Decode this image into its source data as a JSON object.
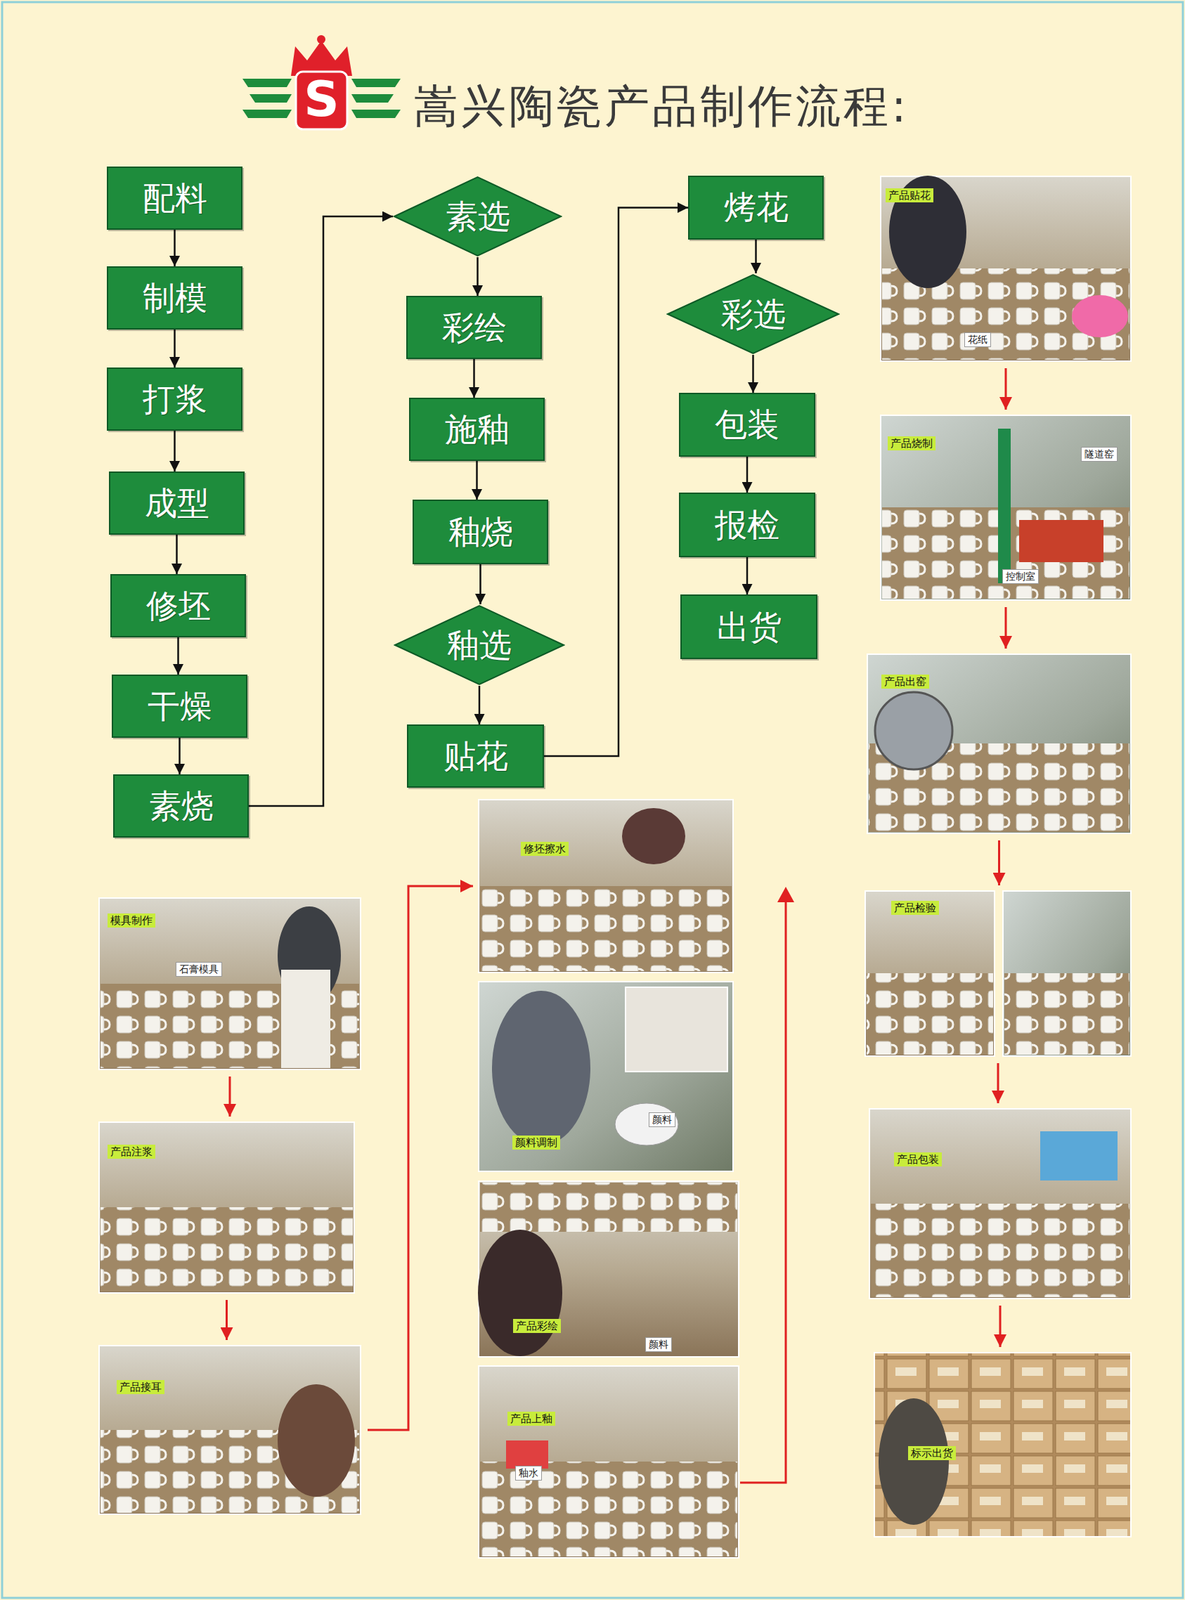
{
  "diagram": {
    "title": "嵩兴陶瓷产品制作流程:",
    "nodes": [
      {
        "text": [
          "配料"
        ]
      },
      {
        "text": [
          "制模"
        ]
      },
      {
        "text": [
          "打浆"
        ]
      },
      {
        "text": [
          "成型"
        ]
      },
      {
        "text": [
          "修坯"
        ]
      },
      {
        "text": [
          "干燥"
        ]
      },
      {
        "text": [
          "素烧"
        ]
      },
      {
        "text": [
          "素选"
        ]
      },
      {
        "text": [
          "彩绘"
        ]
      },
      {
        "text": [
          "施釉"
        ]
      },
      {
        "text": [
          "釉烧"
        ]
      },
      {
        "text": [
          "釉选"
        ]
      },
      {
        "text": [
          "贴花"
        ]
      },
      {
        "text": [
          "烤花"
        ]
      },
      {
        "text": [
          "彩选"
        ]
      },
      {
        "text": [
          "包装"
        ]
      },
      {
        "text": [
          "报检"
        ]
      },
      {
        "text": [
          "出货"
        ]
      },
      {
        "text": [
          "模具制作",
          "石膏模具"
        ]
      },
      {
        "text": [
          "产品注浆"
        ]
      },
      {
        "text": [
          "产品接耳"
        ]
      },
      {
        "text": [
          "修坯擦水"
        ]
      },
      {
        "text": [
          "颜料调制",
          "颜料"
        ]
      },
      {
        "text": [
          "产品彩绘",
          "颜料"
        ]
      },
      {
        "text": [
          "产品上釉",
          "釉水"
        ]
      },
      {
        "text": [
          "产品贴花",
          "花纸"
        ]
      },
      {
        "text": [
          "产品烧制",
          "隧道窑",
          "控制室"
        ]
      },
      {
        "text": [
          "产品出窑"
        ]
      },
      {
        "text": [
          "产品检验"
        ]
      },
      {
        "text": [
          "产品包装"
        ]
      },
      {
        "text": [
          "标示出货"
        ]
      }
    ],
    "edges": [
      {
        "from": 0,
        "to": 1,
        "arrow": "to"
      },
      {
        "from": 1,
        "to": 2,
        "arrow": "to"
      },
      {
        "from": 2,
        "to": 3,
        "arrow": "to"
      },
      {
        "from": 3,
        "to": 4,
        "arrow": "to"
      },
      {
        "from": 4,
        "to": 5,
        "arrow": "to"
      },
      {
        "from": 5,
        "to": 6,
        "arrow": "to"
      },
      {
        "from": 6,
        "to": 7,
        "arrow": "to"
      },
      {
        "from": 7,
        "to": 8,
        "arrow": "to"
      },
      {
        "from": 8,
        "to": 9,
        "arrow": "to"
      },
      {
        "from": 9,
        "to": 10,
        "arrow": "to"
      },
      {
        "from": 10,
        "to": 11,
        "arrow": "to"
      },
      {
        "from": 11,
        "to": 12,
        "arrow": "to"
      },
      {
        "from": 12,
        "to": 13,
        "arrow": "to"
      },
      {
        "from": 13,
        "to": 14,
        "arrow": "to"
      },
      {
        "from": 14,
        "to": 15,
        "arrow": "to"
      },
      {
        "from": 15,
        "to": 16,
        "arrow": "to"
      },
      {
        "from": 16,
        "to": 17,
        "arrow": "to"
      },
      {
        "from": 18,
        "to": 19,
        "arrow": "to"
      },
      {
        "from": 19,
        "to": 20,
        "arrow": "to"
      },
      {
        "from": 20,
        "to": 21,
        "arrow": "to"
      },
      {
        "from": 25,
        "to": 26,
        "arrow": "to"
      },
      {
        "from": 26,
        "to": 27,
        "arrow": "to"
      },
      {
        "from": 27,
        "to": 28,
        "arrow": "to"
      },
      {
        "from": 28,
        "to": 29,
        "arrow": "to"
      },
      {
        "from": 29,
        "to": 30,
        "arrow": "to"
      }
    ],
    "labels": [
      "S"
    ]
  }
}
